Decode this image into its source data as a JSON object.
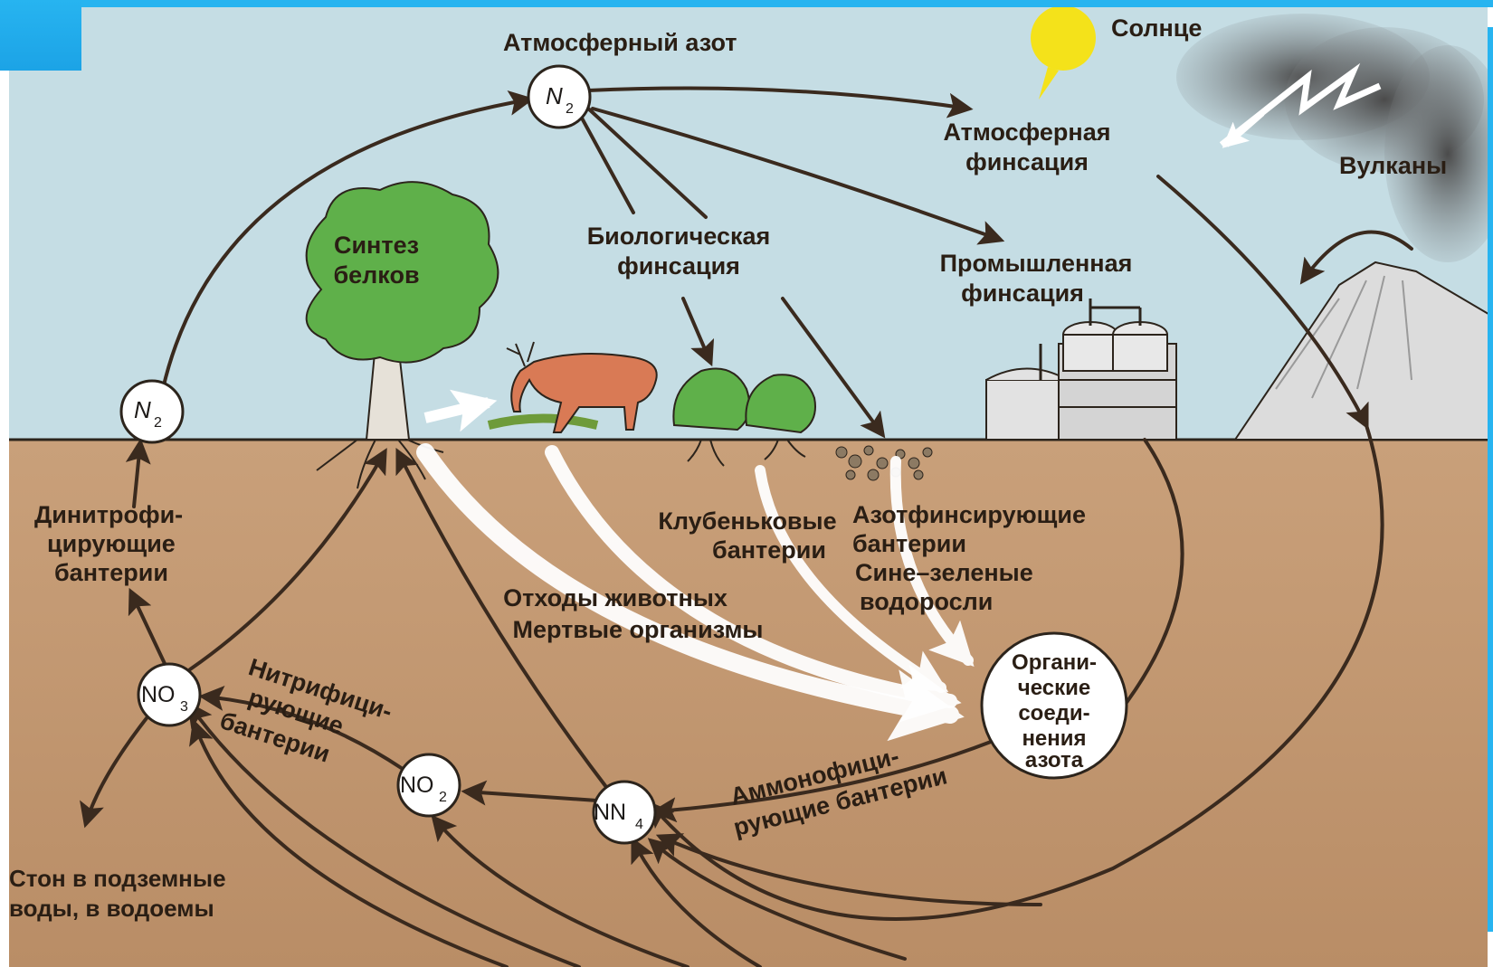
{
  "labels": {
    "atmospheric_nitrogen": "Атмосферный азот",
    "sun": "Солнце",
    "volcanoes": "Вулканы",
    "atmospheric_fixation_1": "Атмосферная",
    "atmospheric_fixation_2": "финсация",
    "biological_fixation_1": "Биологическая",
    "biological_fixation_2": "финсация",
    "industrial_fixation_1": "Промышленная",
    "industrial_fixation_2": "финсация",
    "protein_synthesis_1": "Синтез",
    "protein_synthesis_2": "белков",
    "denitrifying_1": "Динитрофи-",
    "denitrifying_2": "цирующие",
    "denitrifying_3": "бантерии",
    "nodule_bacteria_1": "Клубеньковые",
    "nodule_bacteria_2": "бантерии",
    "nitrogen_fixing_1": "Азотфинсирующие",
    "nitrogen_fixing_2": "бантерии",
    "nitrogen_fixing_3": "Сине–зеленые",
    "nitrogen_fixing_4": "водоросли",
    "animal_waste_1": "Отходы животных",
    "animal_waste_2": "Мертвые организмы",
    "nitrifying_1": "Нитрифици-",
    "nitrifying_2": "рующие",
    "nitrifying_3": "бантерии",
    "ammonifying_1": "Аммонофици-",
    "ammonifying_2": "рующие бантерии",
    "organic_1": "Органи-",
    "organic_2": "ческие",
    "organic_3": "соеди-",
    "organic_4": "нения",
    "organic_5": "азота",
    "runoff_1": "Стон в подземные",
    "runoff_2": "воды, в водоемы"
  },
  "nodes": {
    "n2_top_main": "N",
    "n2_top_sub": "2",
    "n2_left_main": "N",
    "n2_left_sub": "2",
    "no3_main": "NO",
    "no3_sub": "3",
    "no2_main": "NO",
    "no2_sub": "2",
    "nh4_main": "NN",
    "nh4_sub": "4"
  },
  "colors": {
    "sky": "#c5dde4",
    "soil": "#c49a72",
    "arrow": "#3a2a1e",
    "tree": "#5fb04a",
    "sun": "#f4e21a",
    "accent": "#27b4f0"
  }
}
